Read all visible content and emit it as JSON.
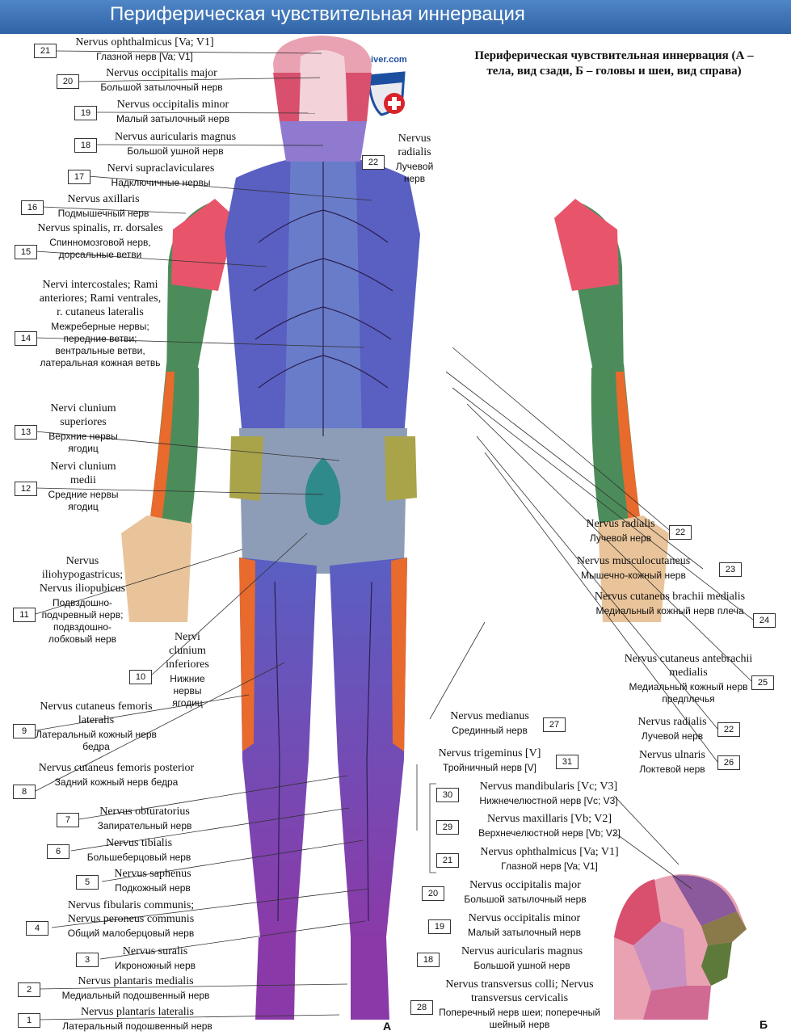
{
  "title": "Периферическая чувствительная иннервация",
  "caption": "Периферическая чувствительная иннервация (А – тела, вид сзади, Б – головы и шеи, вид справа)",
  "watermark": "meduniver.com",
  "panel_a": "А",
  "panel_b": "Б",
  "labels": [
    {
      "num": "21",
      "lat": "Nervus ophthalmicus [Va; V1]",
      "ru": "Глазной нерв [Va; V1]"
    },
    {
      "num": "20",
      "lat": "Nervus occipitalis major",
      "ru": "Большой затылочный нерв"
    },
    {
      "num": "19",
      "lat": "Nervus occipitalis minor",
      "ru": "Малый затылочный нерв"
    },
    {
      "num": "18",
      "lat": "Nervus auricularis magnus",
      "ru": "Большой ушной нерв"
    },
    {
      "num": "17",
      "lat": "Nervi supraclaviculares",
      "ru": "Надключичные нервы"
    },
    {
      "num": "16",
      "lat": "Nervus axillaris",
      "ru": "Подмышечный нерв"
    },
    {
      "num": "15",
      "lat": "Nervus spinalis, rr. dorsales",
      "ru": "Спинномозговой нерв, дорсальные ветви"
    },
    {
      "num": "14",
      "lat": "Nervi intercostales; Rami anteriores; Rami ventrales, r. cutaneus lateralis",
      "ru": "Межреберные нервы; передние ветви; вентральные ветви, латеральная кожная ветвь"
    },
    {
      "num": "13",
      "lat": "Nervi clunium superiores",
      "ru": "Верхние нервы ягодиц"
    },
    {
      "num": "12",
      "lat": "Nervi clunium medii",
      "ru": "Средние нервы ягодиц"
    },
    {
      "num": "11",
      "lat": "Nervus iliohypogastricus; Nervus iliopubicus",
      "ru": "Подвздошно-подчревный нерв; подвздошно-лобковый нерв"
    },
    {
      "num": "10",
      "lat": "Nervi clunium inferiores",
      "ru": "Нижние нервы ягодиц"
    },
    {
      "num": "9",
      "lat": "Nervus cutaneus femoris lateralis",
      "ru": "Латеральный кожный нерв бедра"
    },
    {
      "num": "8",
      "lat": "Nervus cutaneus femoris posterior",
      "ru": "Задний кожный нерв бедра"
    },
    {
      "num": "7",
      "lat": "Nervus obturatorius",
      "ru": "Запирательный нерв"
    },
    {
      "num": "6",
      "lat": "Nervus tibialis",
      "ru": "Большеберцовый нерв"
    },
    {
      "num": "5",
      "lat": "Nervus saphenus",
      "ru": "Подкожный нерв"
    },
    {
      "num": "4",
      "lat": "Nervus fibularis communis; Nervus peroneus communis",
      "ru": "Общий малоберцовый нерв"
    },
    {
      "num": "3",
      "lat": "Nervus suralis",
      "ru": "Икроножный нерв"
    },
    {
      "num": "2",
      "lat": "Nervus plantaris medialis",
      "ru": "Медиальный подошвенный нерв"
    },
    {
      "num": "1",
      "lat": "Nervus plantaris lateralis",
      "ru": "Латеральный подошвенный нерв"
    },
    {
      "num": "22",
      "lat": "Nervus radialis",
      "ru": "Лучевой нерв"
    },
    {
      "num": "22",
      "lat": "Nervus radialis",
      "ru": "Лучевой нерв"
    },
    {
      "num": "23",
      "lat": "Nervus musculocutaneus",
      "ru": "Мышечно-кожный нерв"
    },
    {
      "num": "24",
      "lat": "Nervus cutaneus brachii medialis",
      "ru": "Медиальный кожный нерв плеча"
    },
    {
      "num": "25",
      "lat": "Nervus cutaneus antebrachii medialis",
      "ru": "Медиальный кожный нерв предплечья"
    },
    {
      "num": "22",
      "lat": "Nervus radialis",
      "ru": "Лучевой нерв"
    },
    {
      "num": "26",
      "lat": "Nervus ulnaris",
      "ru": "Локтевой нерв"
    },
    {
      "num": "27",
      "lat": "Nervus medianus",
      "ru": "Срединный нерв"
    },
    {
      "num": "31",
      "lat": "Nervus trigeminus [V]",
      "ru": "Тройничный нерв [V]"
    },
    {
      "num": "30",
      "lat": "Nervus mandibularis [Vc; V3]",
      "ru": "Нижнечелюстной нерв [Vc; V3]"
    },
    {
      "num": "29",
      "lat": "Nervus maxillaris [Vb; V2]",
      "ru": "Верхнечелюстной нерв [Vb; V2]"
    },
    {
      "num": "21",
      "lat": "Nervus ophthalmicus [Va; V1]",
      "ru": "Глазной нерв [Va; V1]"
    },
    {
      "num": "20",
      "lat": "Nervus occipitalis major",
      "ru": "Большой затылочный нерв"
    },
    {
      "num": "19",
      "lat": "Nervus occipitalis minor",
      "ru": "Малый затылочный нерв"
    },
    {
      "num": "18",
      "lat": "Nervus auricularis magnus",
      "ru": "Большой ушной нерв"
    },
    {
      "num": "28",
      "lat": "Nervus transversus colli; Nervus transversus cervicalis",
      "ru": "Поперечный нерв шеи; поперечный шейный нерв"
    }
  ],
  "colors": {
    "title_bar": "#3a70b3",
    "dorsal_rami": "#5a5fc2",
    "scalp_pink": "#e9a2b2",
    "axillary_red": "#e8556a",
    "forearm_green": "#4c8c5a",
    "radial_teal": "#4a9aa8",
    "cluneal_olive": "#a9a34a",
    "gluteal_gray": "#8e9db7",
    "cluneal_medii_teal": "#2f8a8c",
    "femoral_orange": "#e86a2c",
    "leg_purple": "#7a4fb8",
    "hand_tan": "#e9c49a",
    "nerve_line": "#2a2050"
  }
}
